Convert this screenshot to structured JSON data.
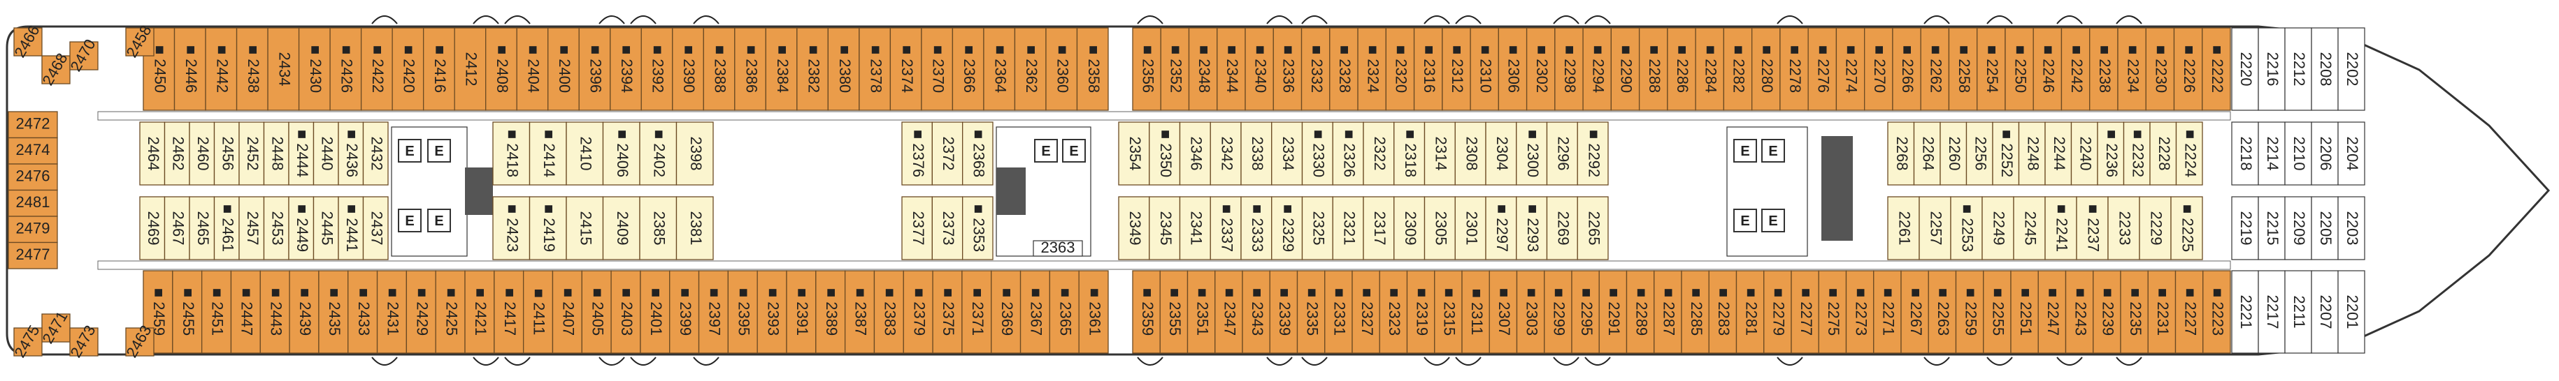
{
  "deck_plan": {
    "colors": {
      "outside_cabin": "#ea9c4a",
      "inside_cabin": "#fbf5cf",
      "hull": "#ffffff",
      "text": "#222222"
    },
    "top_outer": [
      [
        "2450",
        "■"
      ],
      [
        "2446",
        "■"
      ],
      [
        "2442",
        "■"
      ],
      [
        "2438",
        "■"
      ],
      [
        "2434",
        ""
      ],
      [
        "2430",
        "■"
      ],
      [
        "2426",
        "■"
      ],
      [
        "2422",
        "■"
      ],
      [
        "2420",
        "■"
      ],
      [
        "2416",
        "■"
      ],
      [
        "2412",
        ""
      ],
      [
        "2408",
        "■"
      ],
      [
        "2404",
        "■"
      ],
      [
        "2400",
        "■"
      ],
      [
        "2396",
        "■"
      ],
      [
        "2394",
        "■"
      ],
      [
        "2392",
        "■"
      ],
      [
        "2390",
        "■"
      ],
      [
        "2388",
        "■"
      ],
      [
        "2386",
        "■"
      ],
      [
        "2384",
        "■"
      ],
      [
        "2382",
        "■"
      ],
      [
        "2380",
        "■"
      ],
      [
        "2378",
        "■"
      ],
      [
        "2374",
        "■"
      ],
      [
        "2370",
        "■"
      ],
      [
        "2366",
        "■"
      ],
      [
        "2364",
        "■"
      ],
      [
        "2362",
        "■"
      ],
      [
        "2360",
        "■"
      ],
      [
        "2358",
        "■"
      ],
      [
        "2356",
        "■"
      ],
      [
        "2352",
        "■"
      ],
      [
        "2348",
        "■"
      ],
      [
        "2344",
        "■"
      ],
      [
        "2340",
        "■"
      ],
      [
        "2336",
        "■"
      ],
      [
        "2332",
        "■"
      ],
      [
        "2328",
        "■"
      ],
      [
        "2324",
        "■"
      ],
      [
        "2320",
        "■"
      ],
      [
        "2316",
        "■"
      ],
      [
        "2312",
        "■"
      ],
      [
        "2310",
        "■"
      ],
      [
        "2306",
        "■"
      ],
      [
        "2302",
        "■"
      ],
      [
        "2298",
        "■"
      ],
      [
        "2294",
        "■"
      ],
      [
        "2290",
        "■"
      ],
      [
        "2288",
        "■"
      ],
      [
        "2286",
        "■"
      ],
      [
        "2284",
        "■"
      ],
      [
        "2282",
        "■"
      ],
      [
        "2280",
        "■"
      ],
      [
        "2278",
        "■"
      ],
      [
        "2276",
        "■"
      ],
      [
        "2274",
        "■"
      ],
      [
        "2270",
        "■"
      ],
      [
        "2266",
        "■"
      ],
      [
        "2262",
        "■"
      ],
      [
        "2258",
        "■"
      ],
      [
        "2254",
        "■"
      ],
      [
        "2250",
        "■"
      ],
      [
        "2246",
        "■"
      ],
      [
        "2242",
        "■"
      ],
      [
        "2238",
        "■"
      ],
      [
        "2234",
        "■"
      ],
      [
        "2230",
        "■"
      ],
      [
        "2226",
        "■"
      ],
      [
        "2222",
        "■"
      ]
    ],
    "top_inner": [
      [
        "2464",
        ""
      ],
      [
        "2462",
        ""
      ],
      [
        "2460",
        ""
      ],
      [
        "2456",
        ""
      ],
      [
        "2452",
        ""
      ],
      [
        "2448",
        ""
      ],
      [
        "2444",
        "■"
      ],
      [
        "2440",
        ""
      ],
      [
        "2436",
        "■"
      ],
      [
        "2432",
        ""
      ],
      [
        "2418",
        "■"
      ],
      [
        "2414",
        "■"
      ],
      [
        "2410",
        ""
      ],
      [
        "2406",
        "■"
      ],
      [
        "2402",
        "■"
      ],
      [
        "2398",
        ""
      ],
      [
        "2376",
        "■"
      ],
      [
        "2372",
        ""
      ],
      [
        "2368",
        "■"
      ],
      [
        "2354",
        ""
      ],
      [
        "2350",
        "■"
      ],
      [
        "2346",
        ""
      ],
      [
        "2342",
        ""
      ],
      [
        "2338",
        ""
      ],
      [
        "2334",
        ""
      ],
      [
        "2330",
        "■"
      ],
      [
        "2326",
        "■"
      ],
      [
        "2322",
        ""
      ],
      [
        "2318",
        "■"
      ],
      [
        "2314",
        ""
      ],
      [
        "2308",
        ""
      ],
      [
        "2304",
        ""
      ],
      [
        "2300",
        "■"
      ],
      [
        "2296",
        ""
      ],
      [
        "2292",
        "■"
      ],
      [
        "2268",
        ""
      ],
      [
        "2264",
        ""
      ],
      [
        "2260",
        ""
      ],
      [
        "2256",
        ""
      ],
      [
        "2252",
        "■"
      ],
      [
        "2248",
        ""
      ],
      [
        "2244",
        ""
      ],
      [
        "2240",
        ""
      ],
      [
        "2236",
        "■"
      ],
      [
        "2232",
        "■"
      ],
      [
        "2228",
        ""
      ],
      [
        "2224",
        "■"
      ]
    ],
    "bottom_inner": [
      [
        "2469",
        ""
      ],
      [
        "2467",
        ""
      ],
      [
        "2465",
        ""
      ],
      [
        "2461",
        "■"
      ],
      [
        "2457",
        ""
      ],
      [
        "2453",
        ""
      ],
      [
        "2449",
        "■"
      ],
      [
        "2445",
        ""
      ],
      [
        "2441",
        "■"
      ],
      [
        "2437",
        ""
      ],
      [
        "2423",
        "■"
      ],
      [
        "2419",
        "■"
      ],
      [
        "2415",
        ""
      ],
      [
        "2409",
        ""
      ],
      [
        "2385",
        ""
      ],
      [
        "2381",
        ""
      ],
      [
        "2377",
        ""
      ],
      [
        "2373",
        ""
      ],
      [
        "2353",
        "■"
      ],
      [
        "2349",
        ""
      ],
      [
        "2345",
        ""
      ],
      [
        "2341",
        ""
      ],
      [
        "2337",
        "■"
      ],
      [
        "2333",
        "■"
      ],
      [
        "2329",
        "■"
      ],
      [
        "2325",
        ""
      ],
      [
        "2321",
        ""
      ],
      [
        "2317",
        ""
      ],
      [
        "2309",
        ""
      ],
      [
        "2305",
        ""
      ],
      [
        "2301",
        ""
      ],
      [
        "2297",
        "■"
      ],
      [
        "2293",
        "■"
      ],
      [
        "2269",
        ""
      ],
      [
        "2265",
        ""
      ],
      [
        "2261",
        ""
      ],
      [
        "2257",
        ""
      ],
      [
        "2253",
        "■"
      ],
      [
        "2249",
        ""
      ],
      [
        "2245",
        ""
      ],
      [
        "2241",
        "■"
      ],
      [
        "2237",
        "■"
      ],
      [
        "2233",
        ""
      ],
      [
        "2229",
        ""
      ],
      [
        "2225",
        "■"
      ]
    ],
    "bottom_outer": [
      [
        "2459",
        "■"
      ],
      [
        "2455",
        "■"
      ],
      [
        "2451",
        "■"
      ],
      [
        "2447",
        "■"
      ],
      [
        "2443",
        "■"
      ],
      [
        "2439",
        "■"
      ],
      [
        "2435",
        "■"
      ],
      [
        "2433",
        "■"
      ],
      [
        "2431",
        "■"
      ],
      [
        "2429",
        "■"
      ],
      [
        "2425",
        "■"
      ],
      [
        "2421",
        "■"
      ],
      [
        "2417",
        "■"
      ],
      [
        "2411",
        "■"
      ],
      [
        "2407",
        "■"
      ],
      [
        "2405",
        "■"
      ],
      [
        "2403",
        "■"
      ],
      [
        "2401",
        "■"
      ],
      [
        "2399",
        "■"
      ],
      [
        "2397",
        "■"
      ],
      [
        "2395",
        "■"
      ],
      [
        "2393",
        "■"
      ],
      [
        "2391",
        "■"
      ],
      [
        "2389",
        "■"
      ],
      [
        "2387",
        "■"
      ],
      [
        "2383",
        "■"
      ],
      [
        "2379",
        "■"
      ],
      [
        "2375",
        "■"
      ],
      [
        "2371",
        "■"
      ],
      [
        "2369",
        "■"
      ],
      [
        "2367",
        "■"
      ],
      [
        "2365",
        "■"
      ],
      [
        "2361",
        "■"
      ],
      [
        "2359",
        "■"
      ],
      [
        "2355",
        "■"
      ],
      [
        "2351",
        "■"
      ],
      [
        "2347",
        "■"
      ],
      [
        "2343",
        "■"
      ],
      [
        "2339",
        "■"
      ],
      [
        "2335",
        "■"
      ],
      [
        "2331",
        "■"
      ],
      [
        "2327",
        "■"
      ],
      [
        "2323",
        "■"
      ],
      [
        "2319",
        "■"
      ],
      [
        "2315",
        "■"
      ],
      [
        "2311",
        "■"
      ],
      [
        "2307",
        "■"
      ],
      [
        "2303",
        "■"
      ],
      [
        "2299",
        "■"
      ],
      [
        "2295",
        "■"
      ],
      [
        "2291",
        "■"
      ],
      [
        "2289",
        "■"
      ],
      [
        "2287",
        "■"
      ],
      [
        "2285",
        "■"
      ],
      [
        "2283",
        "■"
      ],
      [
        "2281",
        "■"
      ],
      [
        "2279",
        "■"
      ],
      [
        "2277",
        "■"
      ],
      [
        "2275",
        "■"
      ],
      [
        "2273",
        "■"
      ],
      [
        "2271",
        "■"
      ],
      [
        "2267",
        "■"
      ],
      [
        "2263",
        "■"
      ],
      [
        "2259",
        "■"
      ],
      [
        "2255",
        "■"
      ],
      [
        "2251",
        "■"
      ],
      [
        "2247",
        "■"
      ],
      [
        "2243",
        "■"
      ],
      [
        "2239",
        "■"
      ],
      [
        "2235",
        "■"
      ],
      [
        "2231",
        "■"
      ],
      [
        "2227",
        "■"
      ],
      [
        "2223",
        "■"
      ]
    ],
    "stern_cabins": [
      "2472",
      "2474",
      "2476",
      "2481",
      "2479",
      "2477"
    ],
    "stern_corner": [
      "2466",
      "2468",
      "2470",
      "2458",
      "2463",
      "2471",
      "2473",
      "2475"
    ],
    "bow_top": [
      "2220",
      "2216",
      "2212",
      "2208",
      "2202"
    ],
    "bow_inner_top": [
      "2218",
      "2214",
      "2210",
      "2206",
      "2204"
    ],
    "bow_inner_bottom": [
      "2219",
      "2215",
      "2209",
      "2205",
      "2203"
    ],
    "bow_bottom": [
      "2221",
      "2217",
      "2211",
      "2207",
      "2201"
    ],
    "special_cabin": "2363",
    "lift_symbol": "E"
  }
}
